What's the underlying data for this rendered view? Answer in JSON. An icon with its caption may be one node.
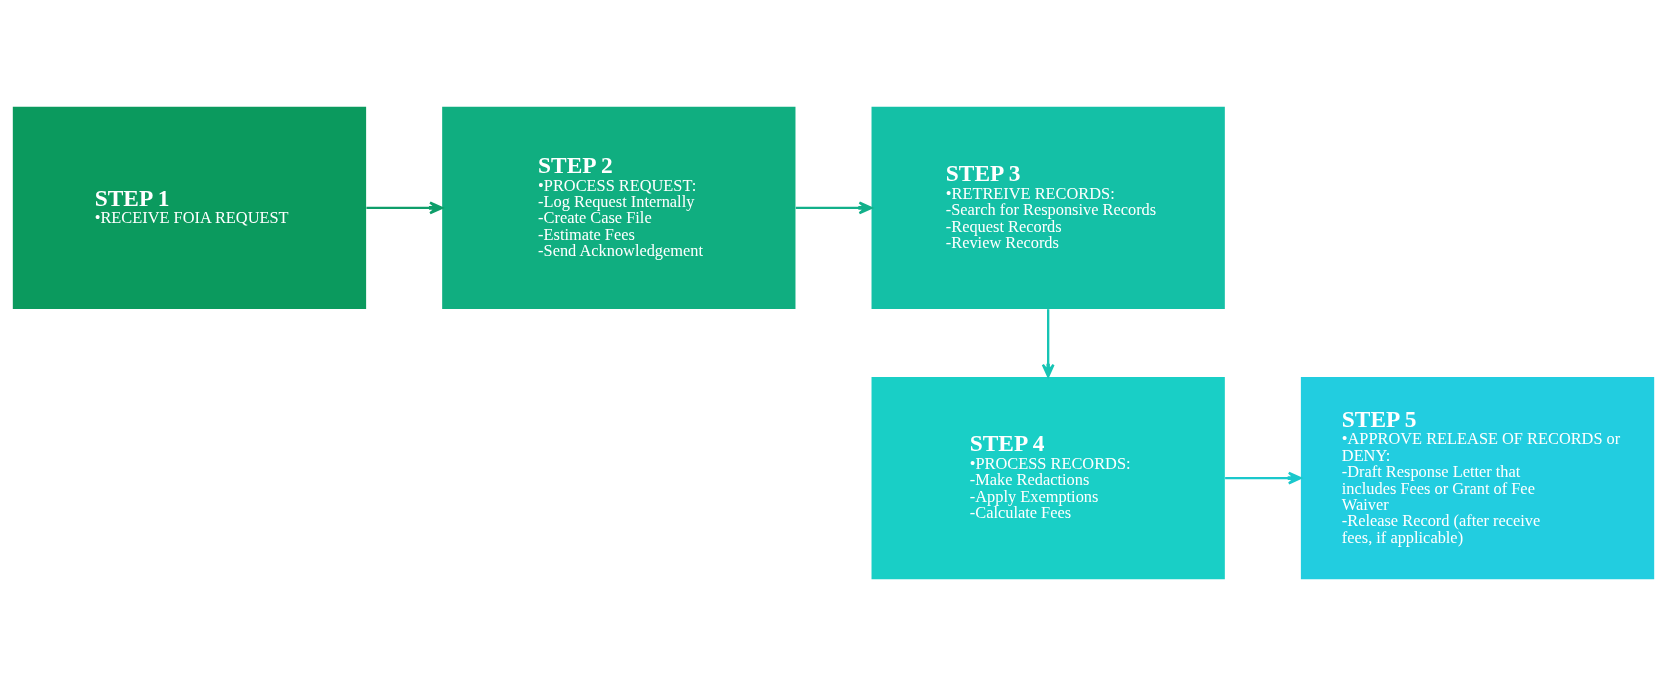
{
  "diagram": {
    "nodes": [
      {
        "text": [
          "STEP 1",
          "•RECEIVE FOIA REQUEST"
        ]
      },
      {
        "text": [
          "STEP 2",
          "•PROCESS REQUEST:",
          "-Log Request Internally",
          "-Create Case File",
          "-Estimate Fees",
          "-Send Acknowledgement"
        ]
      },
      {
        "text": [
          "STEP 3",
          "•RETREIVE RECORDS:",
          "-Search for Responsive Records",
          "-Request Records",
          "-Review Records"
        ]
      },
      {
        "text": [
          "STEP 4",
          "•PROCESS RECORDS:",
          "-Make Redactions",
          "-Apply Exemptions",
          "-Calculate Fees"
        ]
      },
      {
        "text": [
          "STEP 5",
          "•APPROVE RELEASE OF RECORDS or DENY:",
          "-Draft Response Letter that includes Fees or Grant of Fee Waiver",
          "-Release Record (after receive fees, if applicable)"
        ]
      }
    ],
    "edges": [
      {
        "from": 0,
        "to": 1,
        "arrow": "to",
        "color": "#0e9e6a"
      },
      {
        "from": 1,
        "to": 2,
        "arrow": "to",
        "color": "#12b08a"
      },
      {
        "from": 2,
        "to": 3,
        "arrow": "to",
        "color": "#16c4b4"
      },
      {
        "from": 3,
        "to": 4,
        "arrow": "to",
        "color": "#1ac8cc"
      }
    ]
  }
}
